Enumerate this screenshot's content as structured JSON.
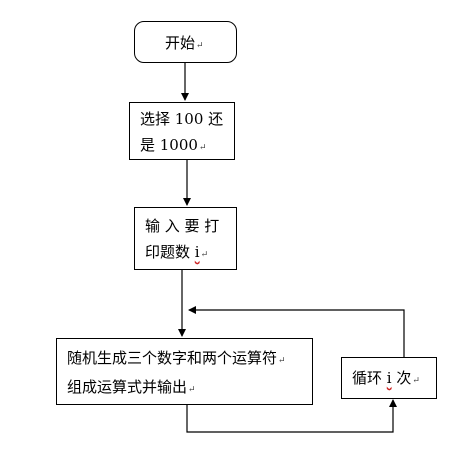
{
  "flowchart": {
    "start": {
      "text": "开始",
      "mark": "↵"
    },
    "choose": {
      "line1": "选择 100 还",
      "line2": "是 1000",
      "mark": "↵"
    },
    "input": {
      "line1": "输 入 要 打",
      "line2_prefix": "印题数 ",
      "line2_var": "i",
      "mark": "↵"
    },
    "generate": {
      "line1": "随机生成三个数字和两个运算符",
      "line2": "组成运算式并输出",
      "mark": "↵"
    },
    "loop": {
      "prefix": "循环 ",
      "var": "i",
      "suffix": " 次",
      "mark": "↵"
    }
  },
  "colors": {
    "stroke": "#000000",
    "spellcheck_underline": "#cc2222"
  }
}
